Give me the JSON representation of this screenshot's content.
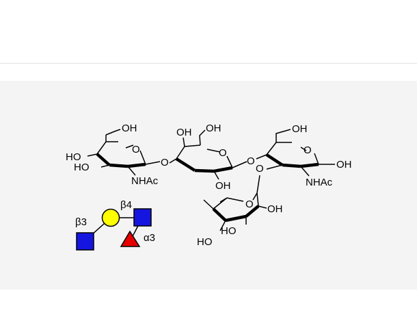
{
  "structure": {
    "labels": {
      "oh_r1_ch2": "OH",
      "ho_r1_c4": "HO",
      "ho_r1_c3": "HO",
      "o_r1_ring": "O",
      "nhac_r1": "NHAc",
      "o_link_1": "O",
      "oh_r2_c4": "OH",
      "oh_r2_ch2": "OH",
      "o_r2_ring": "O",
      "oh_r2_c2": "OH",
      "o_link_2": "O",
      "oh_r3_ch2": "OH",
      "o_r3_ring": "O",
      "oh_r3_c1": "OH",
      "nhac_r3": "NHAc",
      "o_link_3": "O",
      "o_r4_ring": "O",
      "oh_r4_c2": "OH",
      "ho_r4_c3": "HO",
      "ho_r4_c4": "HO"
    }
  },
  "snfg": {
    "linkages": {
      "beta3": "β3",
      "beta4": "β4",
      "alpha3": "α3"
    },
    "colors": {
      "glcnac": "#1515e0",
      "galactose": "#ffff00",
      "fucose": "#e60000"
    }
  }
}
